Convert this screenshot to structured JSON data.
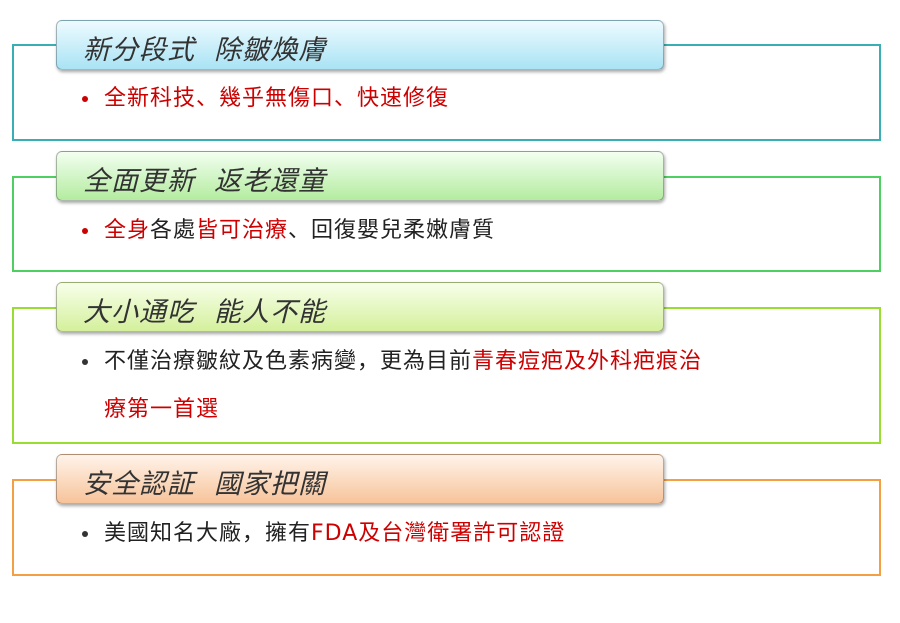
{
  "colors": {
    "red_text": "#cc0000",
    "dark_text": "#222222",
    "header_text": "#333333"
  },
  "sections": [
    {
      "heading": "新分段式  除皺煥膚",
      "border_color": "#3aaeb5",
      "header_gradient": [
        "#eefbff",
        "#a9e3f4"
      ],
      "bullet_color": "#cc0000",
      "lines": [
        [
          {
            "text": "全新科技、幾乎無傷口、快速修復",
            "color": "red"
          }
        ]
      ]
    },
    {
      "heading": "全面更新  返老還童",
      "border_color": "#4fcf62",
      "header_gradient": [
        "#f2fff0",
        "#b4ec9f"
      ],
      "bullet_color": "#cc0000",
      "lines": [
        [
          {
            "text": "全身",
            "color": "red"
          },
          {
            "text": "各處",
            "color": "dark"
          },
          {
            "text": "皆可治療",
            "color": "red"
          },
          {
            "text": "、回復嬰兒柔嫩膚質",
            "color": "dark"
          }
        ]
      ]
    },
    {
      "heading": "大小通吃  能人不能",
      "border_color": "#99dd33",
      "header_gradient": [
        "#f8ffea",
        "#d4f09c"
      ],
      "bullet_color": "#333333",
      "lines": [
        [
          {
            "text": "不僅治療皺紋及色素病變，更為目前",
            "color": "dark"
          },
          {
            "text": "青春痘疤及外科疤痕治",
            "color": "red"
          }
        ],
        [
          {
            "text": "療第一首選",
            "color": "red"
          }
        ]
      ]
    },
    {
      "heading": "安全認証  國家把關",
      "border_color": "#f2a043",
      "header_gradient": [
        "#fff4ea",
        "#f7c39a"
      ],
      "bullet_color": "#333333",
      "lines": [
        [
          {
            "text": "美國知名大廠，擁有",
            "color": "dark"
          },
          {
            "text": "FDA及台灣衛署許可認證",
            "color": "red"
          }
        ]
      ]
    }
  ]
}
